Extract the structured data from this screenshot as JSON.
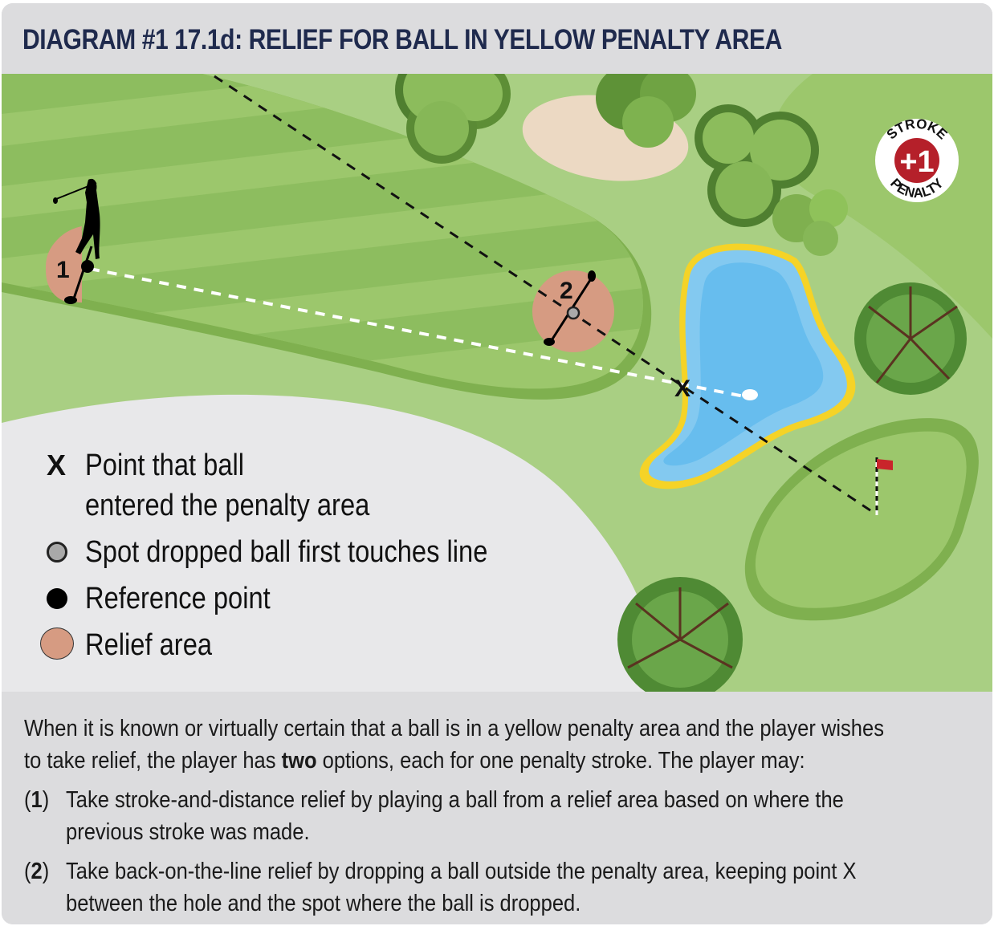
{
  "title": "DIAGRAM #1 17.1d:  RELIEF FOR BALL IN YELLOW PENALTY AREA",
  "penalty_badge": {
    "top_text": "STROKE",
    "center_text": "+1",
    "bottom_text": "PENALTY",
    "center_color": "#b5202a"
  },
  "diagram": {
    "relief_area_1_label": "1",
    "relief_area_2_label": "2",
    "entry_point_label": "X",
    "colors": {
      "rough": "#a9cf83",
      "fairway_light": "#9cc76c",
      "fairway_dark": "#8dbd5f",
      "fairway_edge": "#7fb04f",
      "bunker": "#ecd9c3",
      "water": "#67bdee",
      "water_edge": "#83c9f0",
      "penalty_line_yellow": "#f5d327",
      "relief_area": "#d69b82",
      "flag": "#c9252b"
    }
  },
  "legend": {
    "items": [
      {
        "symbol": "X",
        "label_line1": "Point that ball",
        "label_line2": "entered the penalty area"
      },
      {
        "symbol": "gray-circle",
        "label": "Spot dropped ball first touches line"
      },
      {
        "symbol": "black-dot",
        "label": "Reference point"
      },
      {
        "symbol": "relief-circle",
        "label": "Relief area"
      }
    ]
  },
  "description": {
    "intro_part1": "When it is known or virtually certain that a ball is in a yellow penalty area and the player wishes",
    "intro_part2a": "to take relief, the player has ",
    "intro_bold": "two",
    "intro_part2b": " options, each for one penalty stroke. The player may:",
    "options": [
      {
        "num_open": "(",
        "num": "1",
        "num_close": ")",
        "line1": "Take stroke-and-distance relief by playing a ball from a relief area based on where the",
        "line2": "previous stroke was made."
      },
      {
        "num_open": "(",
        "num": "2",
        "num_close": ")",
        "line1": "Take back-on-the-line relief by dropping a ball outside the penalty area, keeping point X",
        "line2": "between the hole and the spot where the ball is dropped."
      }
    ]
  }
}
